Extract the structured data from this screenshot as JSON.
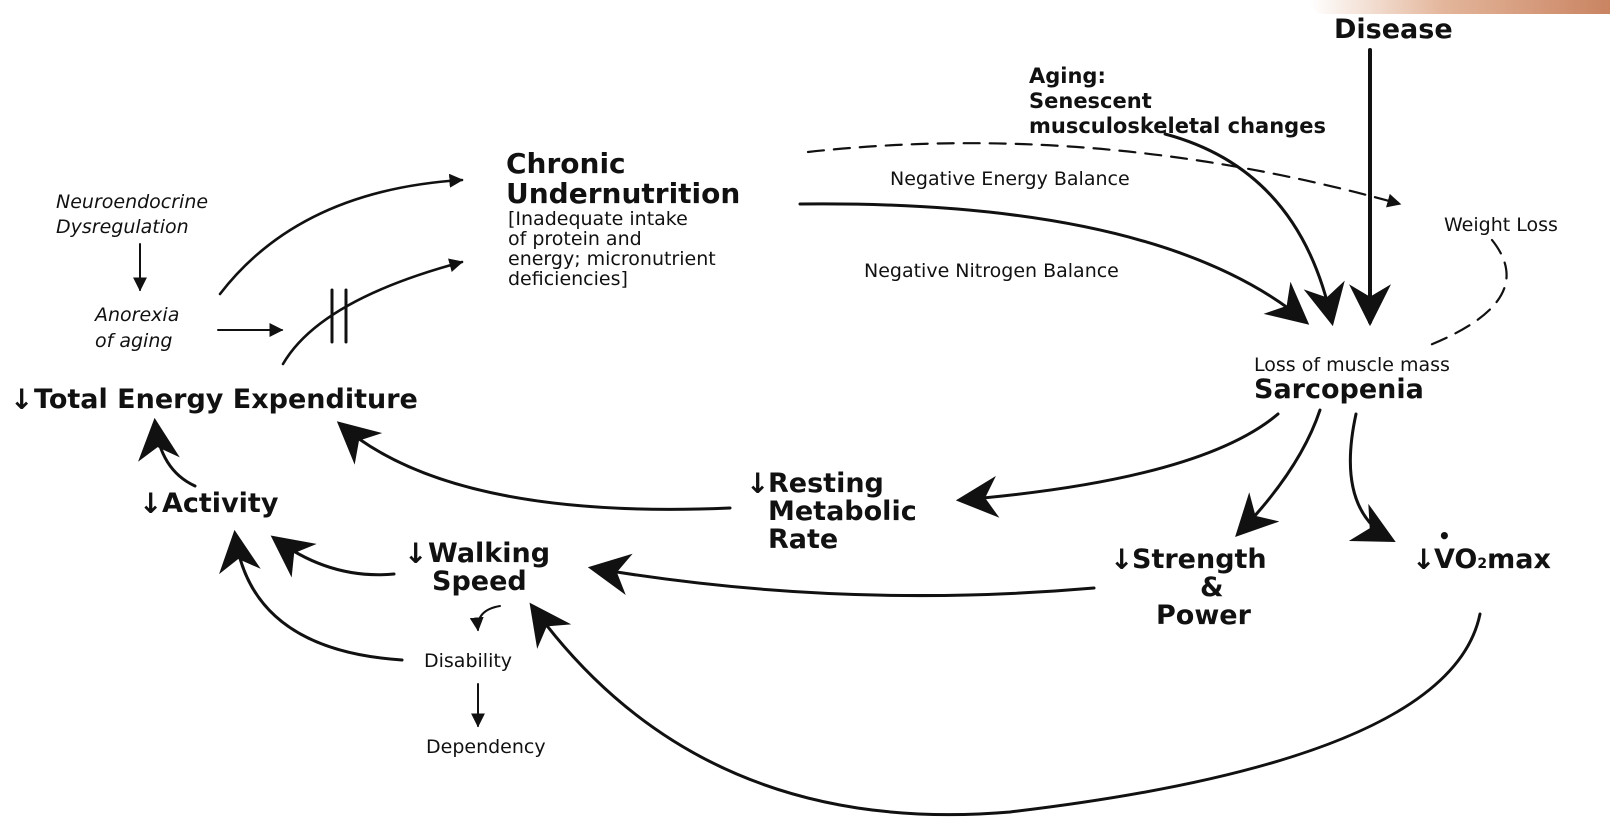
{
  "nodes": {
    "disease": "Disease",
    "aging_title": "Aging:",
    "aging_line1": "Senescent",
    "aging_line2": "musculoskeletal changes",
    "chronic_title1": "Chronic",
    "chronic_title2": "Undernutrition",
    "chronic_desc1": "[Inadequate intake",
    "chronic_desc2": "of protein and",
    "chronic_desc3": "energy; micronutrient",
    "chronic_desc4": "deficiencies]",
    "neuro1": "Neuroendocrine",
    "neuro2": "Dysregulation",
    "anorexia1": "Anorexia",
    "anorexia2": "of aging",
    "total_energy": "Total Energy Expenditure",
    "activity": "Activity",
    "walking1": "Walking",
    "walking2": "Speed",
    "disability": "Disability",
    "dependency": "Dependency",
    "resting1": "Resting",
    "resting2": "Metabolic",
    "resting3": "Rate",
    "strength1": "Strength",
    "strength2": "&",
    "strength3": "Power",
    "vo2_pre": "VO",
    "vo2_sub": "2",
    "vo2_post": "max",
    "loss_muscle": "Loss of muscle mass",
    "sarcopenia": "Sarcopenia",
    "weight_loss": "Weight Loss"
  },
  "edge_labels": {
    "neg_energy": "Negative Energy Balance",
    "neg_nitrogen": "Negative Nitrogen Balance"
  },
  "symbols": {
    "down_arrow": "↓",
    "dot": "•"
  },
  "colors": {
    "ink": "#111111",
    "background": "#ffffff",
    "corner_accent": "#c98462"
  }
}
